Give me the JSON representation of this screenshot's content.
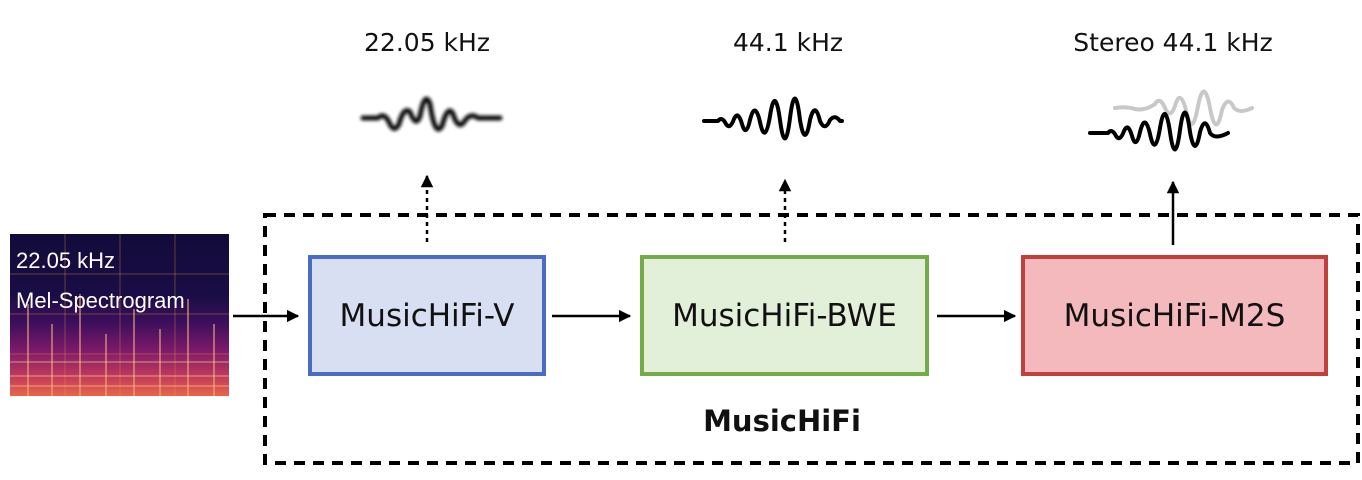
{
  "input": {
    "rate_label": "22.05 kHz",
    "type_label": "Mel-Spectrogram"
  },
  "blocks": [
    {
      "label": "MusicHiFi-V",
      "border": "#4a6cc4",
      "fill": "#d9dff2"
    },
    {
      "label": "MusicHiFi-BWE",
      "border": "#72ab47",
      "fill": "#e2efd9"
    },
    {
      "label": "MusicHiFi-M2S",
      "border": "#c2403c",
      "fill": "#f4b9bc"
    }
  ],
  "outputs": [
    {
      "label": "22.05 kHz"
    },
    {
      "label": "44.1 kHz"
    },
    {
      "label": "Stereo 44.1 kHz"
    }
  ],
  "frame": {
    "label": "MusicHiFi"
  }
}
